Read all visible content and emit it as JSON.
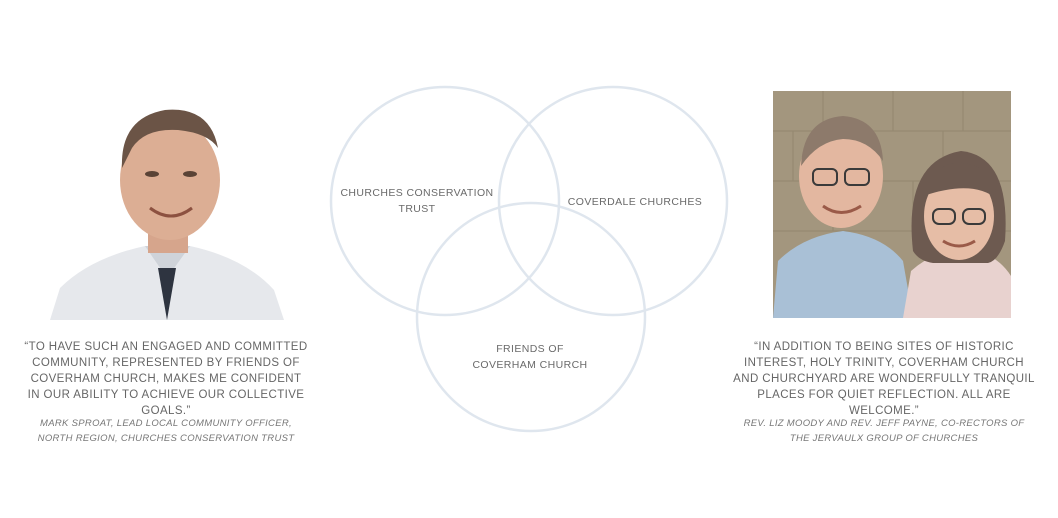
{
  "left": {
    "photo_alt": "Mark Sproat portrait",
    "quote": "“To have such an engaged and committed community, represented by Friends of Coverham Church, makes me confident in our ability to achieve our collective goals.”",
    "attribution": "Mark Sproat, Lead Local Community Officer, North Region, Churches Conservation Trust"
  },
  "right": {
    "photo_alt": "Rev. Liz Moody and Rev. Jeff Payne portrait",
    "quote": "“In addition to being sites of historic interest, Holy Trinity, Coverham Church and churchyard are wonderfully tranquil places for quiet reflection. All are welcome.”",
    "attribution": "Rev. Liz Moody and Rev. Jeff Payne, Co-Rectors of the Jervaulx Group of Churches"
  },
  "venn": {
    "circle_color": "#dfe6ee",
    "labels": {
      "top_left_line1": "Churches Conservation",
      "top_left_line2": "Trust",
      "top_right": "Coverdale Churches",
      "bottom_line1": "Friends of",
      "bottom_line2": "Coverham Church"
    }
  }
}
